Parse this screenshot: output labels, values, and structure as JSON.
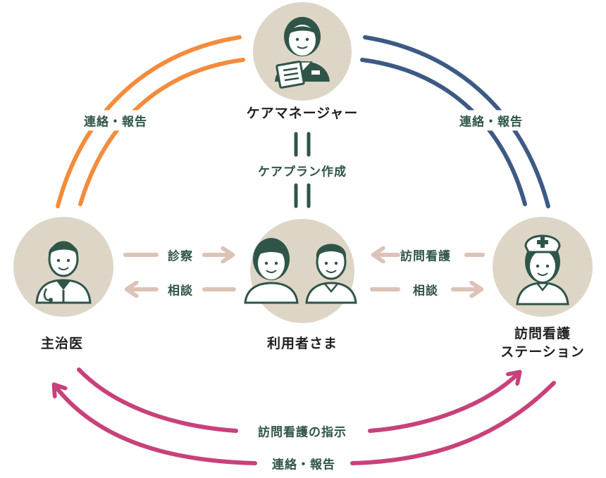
{
  "nodes": {
    "care_manager": "ケアマネージャー",
    "doctor": "主治医",
    "users": "利用者さま",
    "station_line1": "訪問看護",
    "station_line2": "ステーション"
  },
  "labels": {
    "care_plan": "ケアプラン作成",
    "left_arc": "連絡・報告",
    "right_arc": "連絡・報告",
    "exam": "診察",
    "consult_left": "相談",
    "home_nursing": "訪問看護",
    "consult_right": "相談",
    "instruction": "訪問看護の指示",
    "bottom_report": "連絡・報告"
  },
  "colors": {
    "orange": "#f28c3c",
    "navy": "#3d5a85",
    "magenta": "#c8417a",
    "tan_arrow": "#dcc3b6",
    "circle_bg": "#ddd6c6",
    "figure": "#2f5548",
    "skin": "#ffffff"
  }
}
